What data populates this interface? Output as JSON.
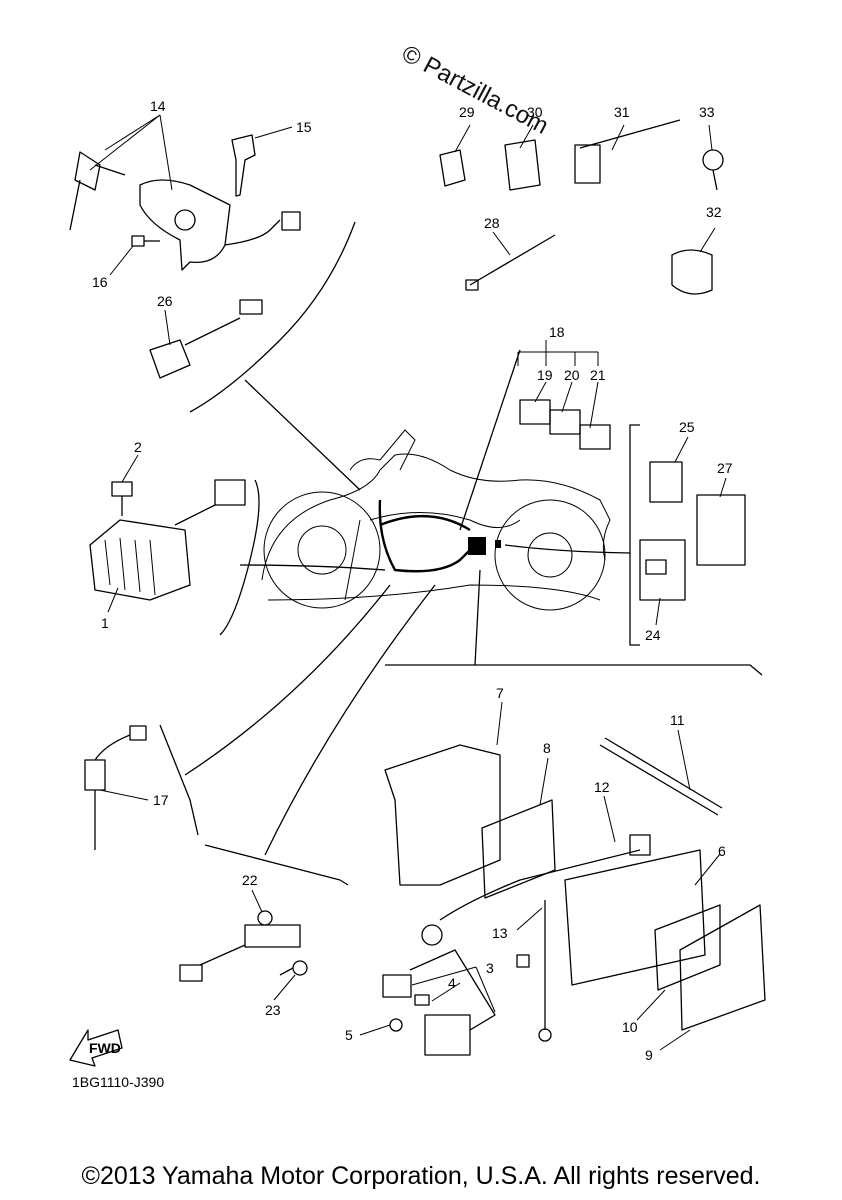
{
  "watermark": "© Partzilla.com",
  "drawing_code": "1BG1110-J390",
  "fwd_label": "FWD",
  "copyright": "©2013 Yamaha Motor Corporation, U.S.A. All rights reserved.",
  "callouts": {
    "p1": "1",
    "p2": "2",
    "p3": "3",
    "p4": "4",
    "p5": "5",
    "p6": "6",
    "p7": "7",
    "p8": "8",
    "p9": "9",
    "p10": "10",
    "p11": "11",
    "p12": "12",
    "p13": "13",
    "p14": "14",
    "p15": "15",
    "p16": "16",
    "p17": "17",
    "p18": "18",
    "p19": "19",
    "p20": "20",
    "p21": "21",
    "p22": "22",
    "p23": "23",
    "p24": "24",
    "p25": "25",
    "p26": "26",
    "p27": "27",
    "p28": "28",
    "p29": "29",
    "p30": "30",
    "p31": "31",
    "p32": "32",
    "p33": "33"
  }
}
